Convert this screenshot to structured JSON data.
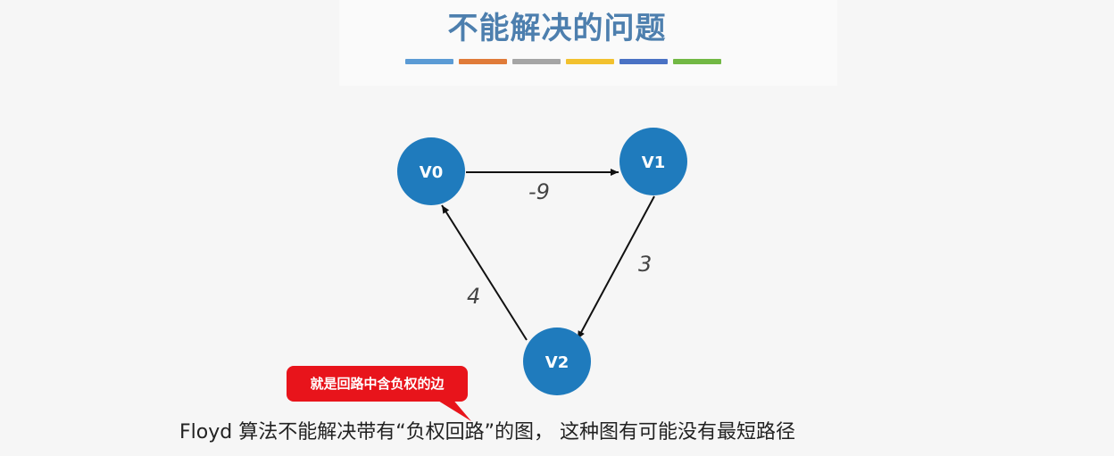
{
  "slide": {
    "title": "不能解决的问题",
    "caption": "Floyd 算法不能解决带有“负权回路”的图， 这种图有可能没有最短路径",
    "stripe_colors": [
      "#5b9bd5",
      "#e07b39",
      "#a5a5a5",
      "#f2c12e",
      "#4a72c4",
      "#72b844"
    ]
  },
  "callout": {
    "text": "就是回路中含负权的边",
    "color": "#e8141b"
  },
  "graph": {
    "node_color": "#1f7bbd",
    "nodes": [
      {
        "id": "V0",
        "label": "V0"
      },
      {
        "id": "V1",
        "label": "V1"
      },
      {
        "id": "V2",
        "label": "V2"
      }
    ],
    "edges": [
      {
        "from": "V0",
        "to": "V1",
        "weight": "-9"
      },
      {
        "from": "V1",
        "to": "V2",
        "weight": "3"
      },
      {
        "from": "V2",
        "to": "V0",
        "weight": "4"
      }
    ]
  }
}
